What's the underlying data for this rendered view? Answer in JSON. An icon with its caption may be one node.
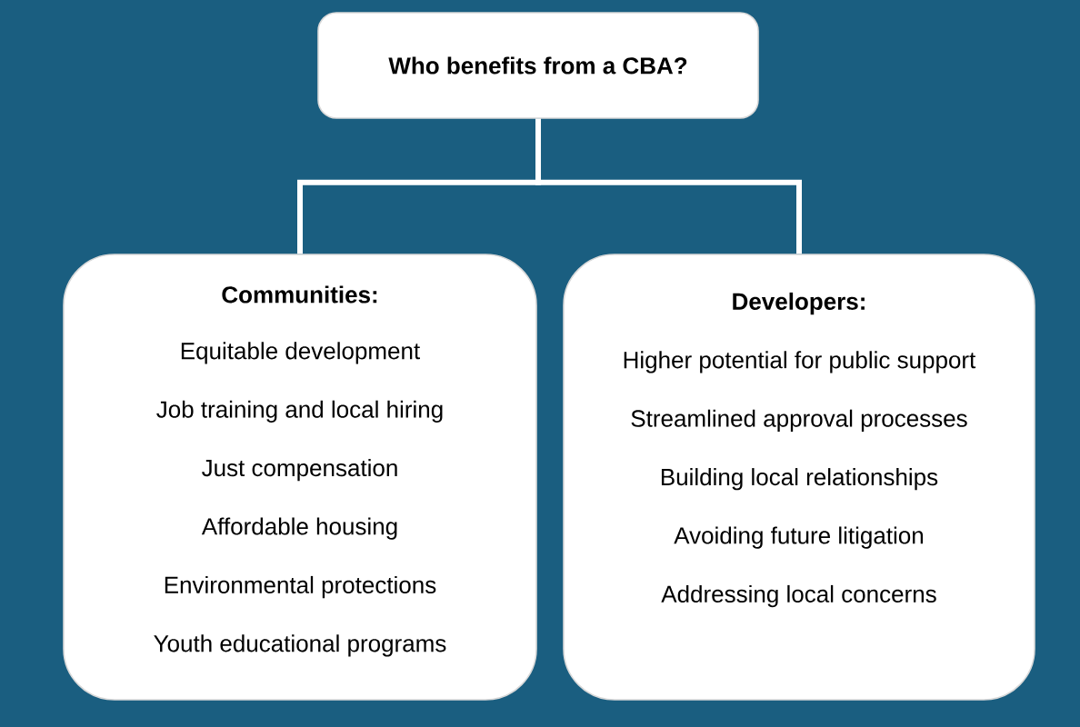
{
  "diagram": {
    "nodes": [
      {
        "text": [
          "Who benefits from a CBA?"
        ]
      },
      {
        "text": [
          "Communities:",
          "Equitable development",
          "Job training and local hiring",
          "Just compensation",
          "Affordable housing",
          "Environmental protections",
          "Youth educational programs"
        ]
      },
      {
        "text": [
          "Developers:",
          "Higher potential for public support",
          "Streamlined approval processes",
          "Building local relationships",
          "Avoiding future litigation",
          "Addressing local concerns"
        ]
      }
    ],
    "edges": [
      {
        "from": 0,
        "to": 1,
        "arrow": "none"
      },
      {
        "from": 0,
        "to": 2,
        "arrow": "none"
      }
    ]
  }
}
